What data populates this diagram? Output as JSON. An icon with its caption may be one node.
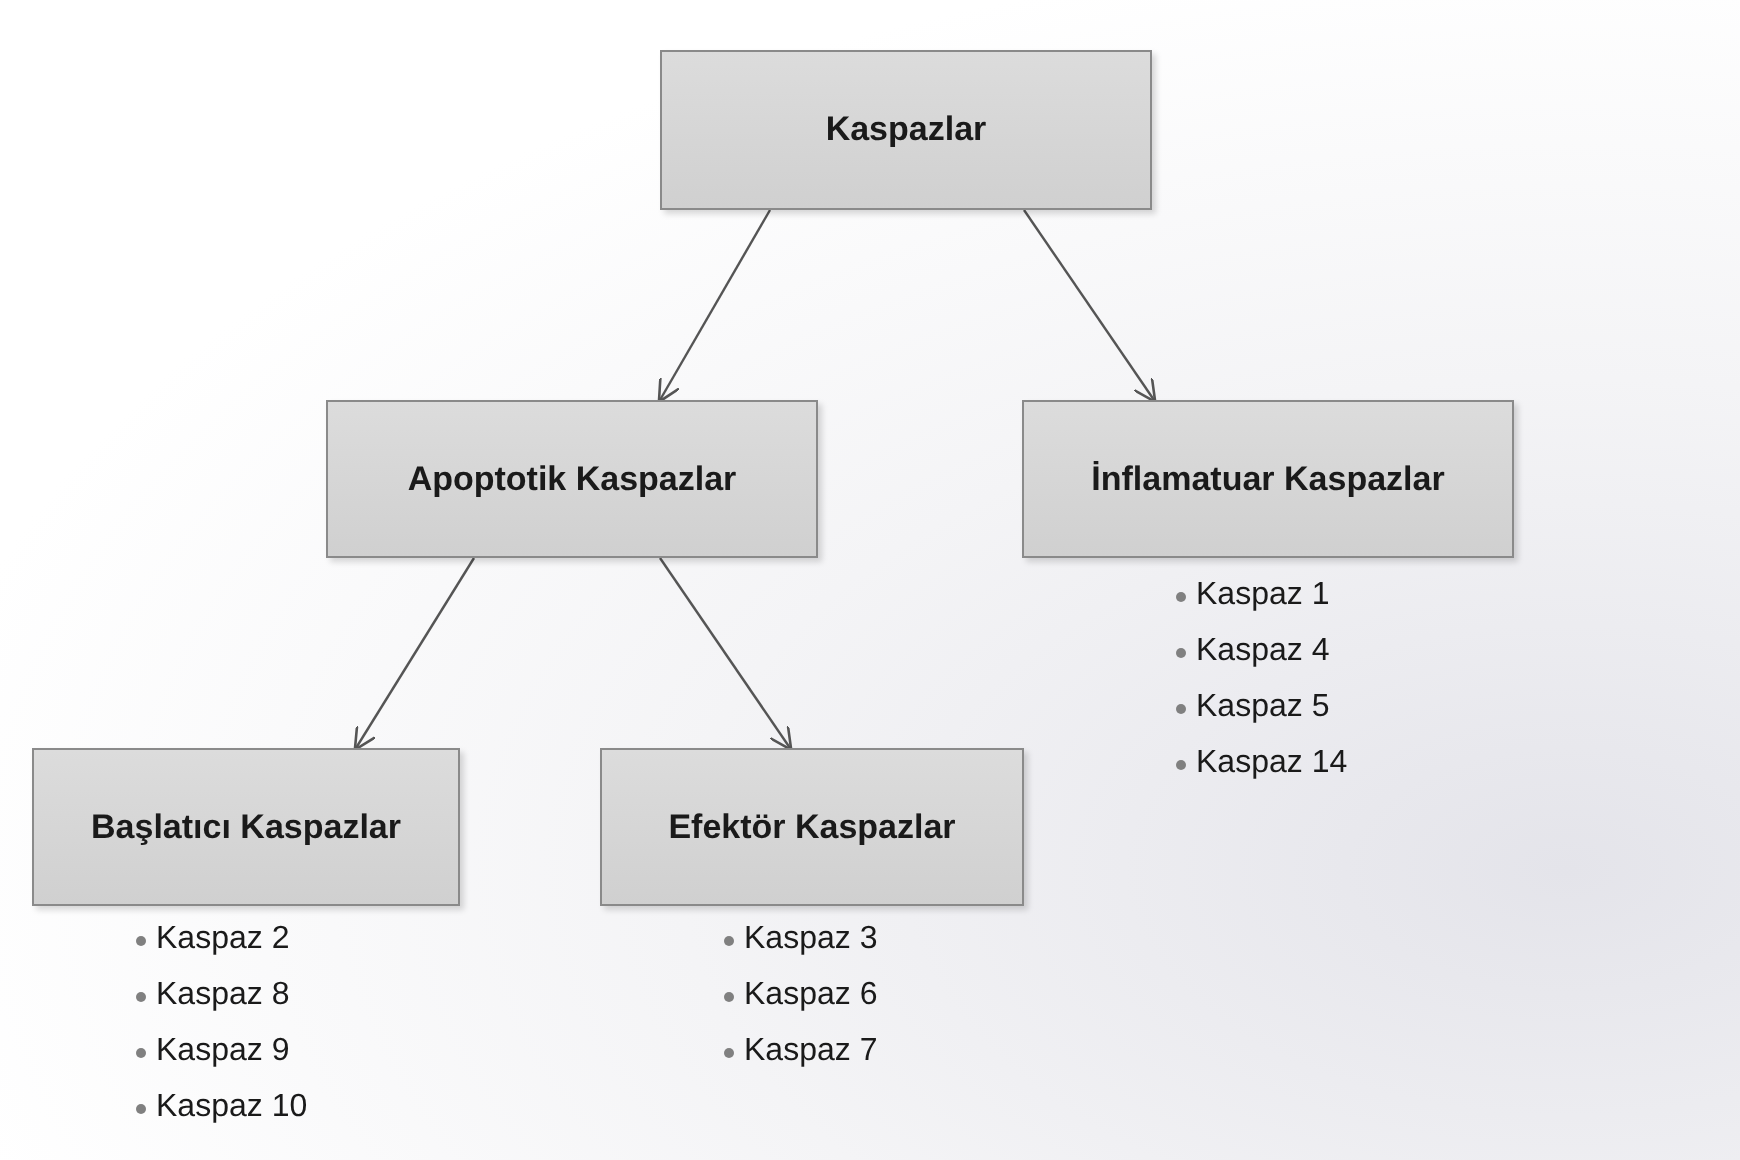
{
  "diagram": {
    "nodes": [
      {
        "text": [
          "Kaspazlar"
        ]
      },
      {
        "text": [
          "Apoptotik Kaspazlar"
        ]
      },
      {
        "text": [
          "İnflamatuar Kaspazlar"
        ],
        "beside": [
          "Kaspaz 1",
          "Kaspaz 4",
          "Kaspaz 5",
          "Kaspaz 14"
        ]
      },
      {
        "text": [
          "Başlatıcı Kaspazlar"
        ],
        "beside": [
          "Kaspaz 2",
          "Kaspaz 8",
          "Kaspaz 9",
          "Kaspaz 10"
        ]
      },
      {
        "text": [
          "Efektör Kaspazlar"
        ],
        "beside": [
          "Kaspaz 3",
          "Kaspaz 6",
          "Kaspaz 7"
        ]
      }
    ],
    "edges": [
      {
        "from": 0,
        "to": 1,
        "arrow": "to"
      },
      {
        "from": 0,
        "to": 2,
        "arrow": "to"
      },
      {
        "from": 1,
        "to": 3,
        "arrow": "to"
      },
      {
        "from": 1,
        "to": 4,
        "arrow": "to"
      }
    ]
  }
}
